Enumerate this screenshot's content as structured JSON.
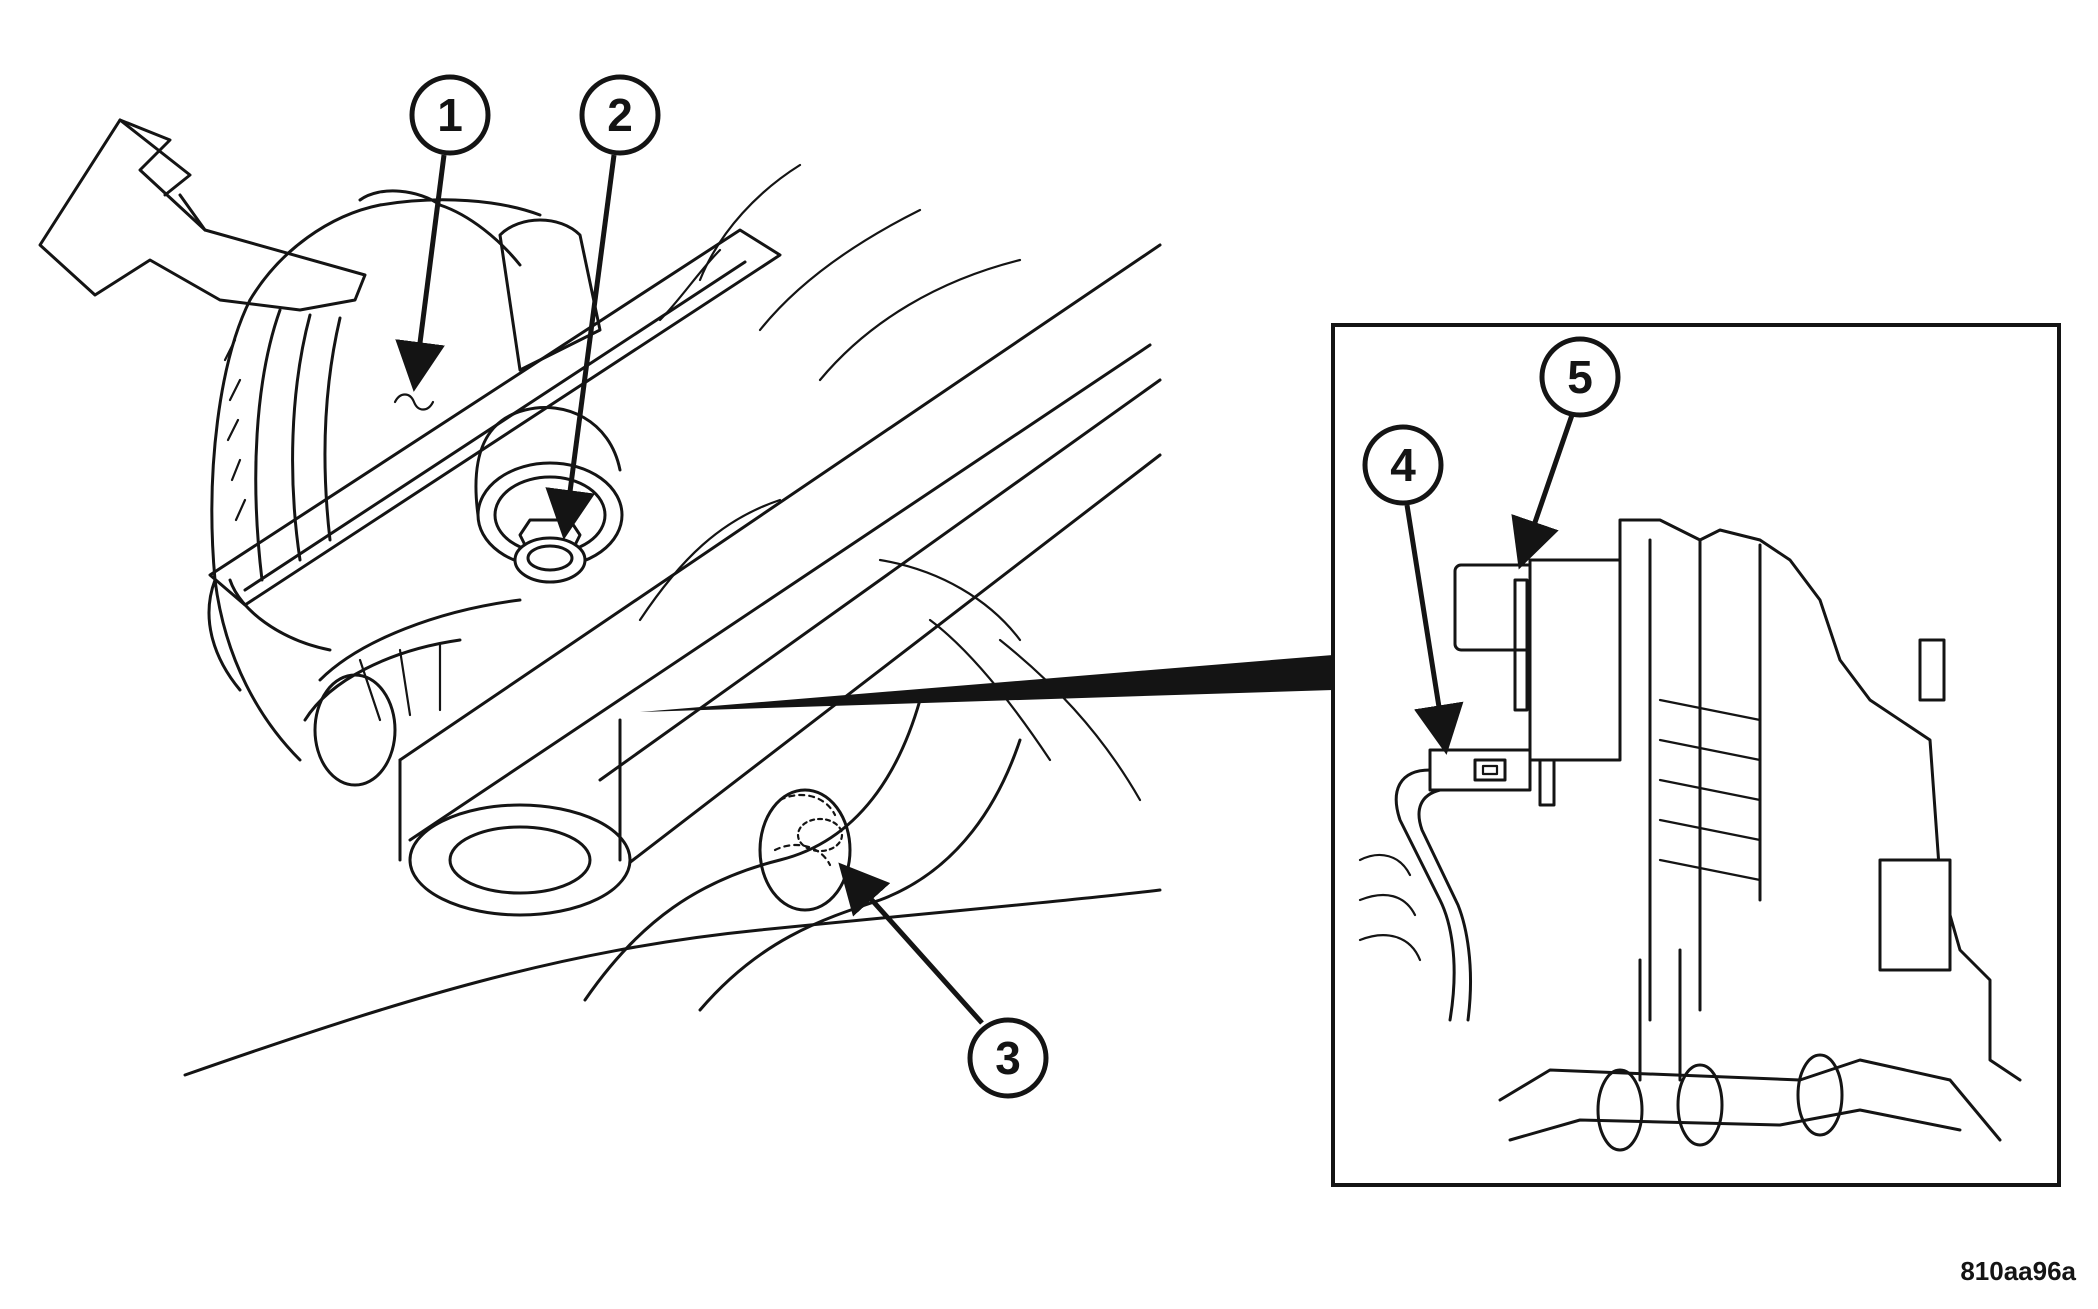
{
  "figure": {
    "callouts": [
      {
        "id": "callout-1",
        "label": "1"
      },
      {
        "id": "callout-2",
        "label": "2"
      },
      {
        "id": "callout-3",
        "label": "3"
      },
      {
        "id": "callout-4",
        "label": "4"
      },
      {
        "id": "callout-5",
        "label": "5"
      }
    ],
    "figure_id": "810aa96a"
  }
}
